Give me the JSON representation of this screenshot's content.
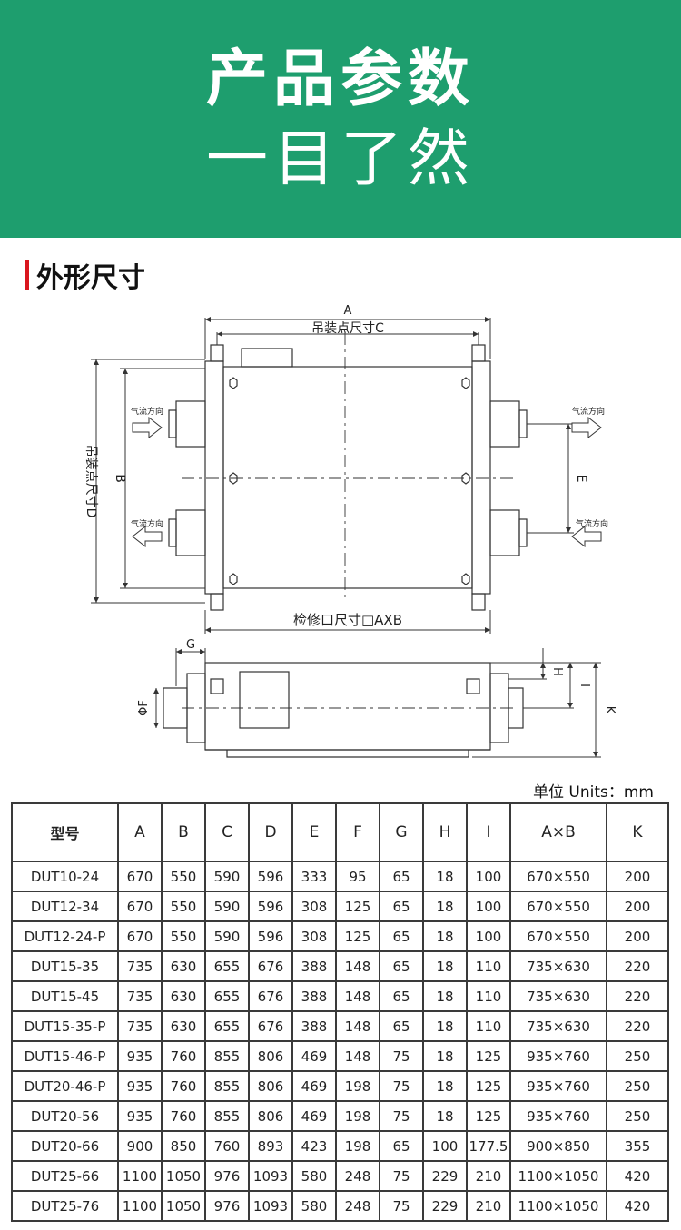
{
  "banner": {
    "title_line1": "产品参数",
    "title_line2": "一目了然",
    "color": "#1e9e6e"
  },
  "section": {
    "title": "外形尺寸",
    "accent_color": "#d9161e"
  },
  "drawing": {
    "label_A": "A",
    "label_C": "吊装点尺寸C",
    "label_D": "吊装点尺寸D",
    "label_B": "B",
    "label_E": "E",
    "label_service": "检修口尺寸□AXB",
    "airflow_label": "气流方向",
    "label_G": "G",
    "label_H": "H",
    "label_I": "I",
    "label_K": "K",
    "label_F": "ΦF"
  },
  "units": "单位 Units：mm",
  "table": {
    "headers": [
      "型号",
      "A",
      "B",
      "C",
      "D",
      "E",
      "F",
      "G",
      "H",
      "I",
      "A×B",
      "K"
    ],
    "rows": [
      [
        "DUT10-24",
        "670",
        "550",
        "590",
        "596",
        "333",
        "95",
        "65",
        "18",
        "100",
        "670×550",
        "200"
      ],
      [
        "DUT12-34",
        "670",
        "550",
        "590",
        "596",
        "308",
        "125",
        "65",
        "18",
        "100",
        "670×550",
        "200"
      ],
      [
        "DUT12-24-P",
        "670",
        "550",
        "590",
        "596",
        "308",
        "125",
        "65",
        "18",
        "100",
        "670×550",
        "200"
      ],
      [
        "DUT15-35",
        "735",
        "630",
        "655",
        "676",
        "388",
        "148",
        "65",
        "18",
        "110",
        "735×630",
        "220"
      ],
      [
        "DUT15-45",
        "735",
        "630",
        "655",
        "676",
        "388",
        "148",
        "65",
        "18",
        "110",
        "735×630",
        "220"
      ],
      [
        "DUT15-35-P",
        "735",
        "630",
        "655",
        "676",
        "388",
        "148",
        "65",
        "18",
        "110",
        "735×630",
        "220"
      ],
      [
        "DUT15-46-P",
        "935",
        "760",
        "855",
        "806",
        "469",
        "148",
        "75",
        "18",
        "125",
        "935×760",
        "250"
      ],
      [
        "DUT20-46-P",
        "935",
        "760",
        "855",
        "806",
        "469",
        "198",
        "75",
        "18",
        "125",
        "935×760",
        "250"
      ],
      [
        "DUT20-56",
        "935",
        "760",
        "855",
        "806",
        "469",
        "198",
        "75",
        "18",
        "125",
        "935×760",
        "250"
      ],
      [
        "DUT20-66",
        "900",
        "850",
        "760",
        "893",
        "423",
        "198",
        "65",
        "100",
        "177.5",
        "900×850",
        "355"
      ],
      [
        "DUT25-66",
        "1100",
        "1050",
        "976",
        "1093",
        "580",
        "248",
        "75",
        "229",
        "210",
        "1100×1050",
        "420"
      ],
      [
        "DUT25-76",
        "1100",
        "1050",
        "976",
        "1093",
        "580",
        "248",
        "75",
        "229",
        "210",
        "1100×1050",
        "420"
      ]
    ]
  }
}
